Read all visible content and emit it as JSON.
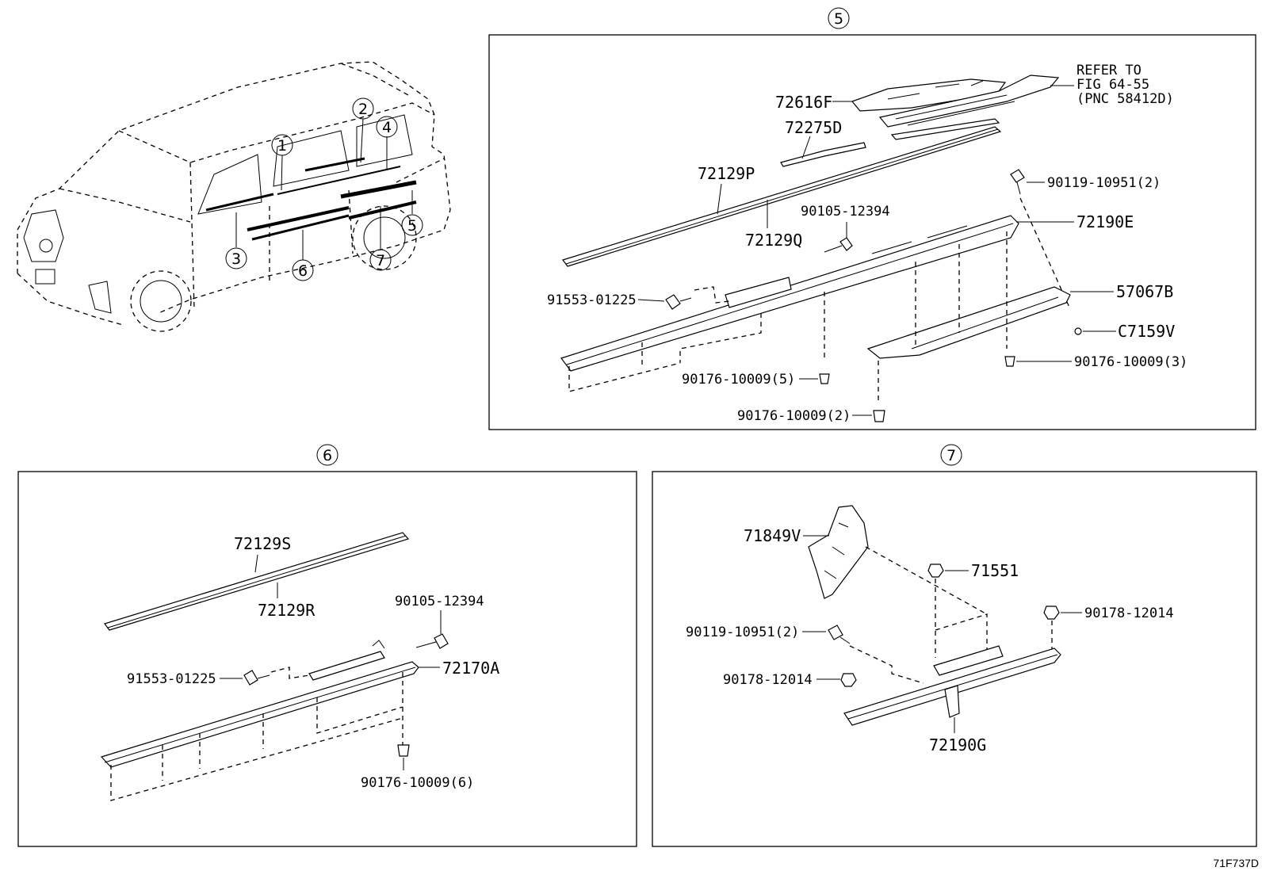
{
  "callouts": {
    "c1": "1",
    "c2": "2",
    "c3": "3",
    "c4": "4",
    "c5": "5",
    "c6": "6",
    "c7": "7"
  },
  "panel5": {
    "title": "5",
    "labels": {
      "p72616F": "72616F",
      "p72275D": "72275D",
      "p72129P": "72129P",
      "p72129Q": "72129Q",
      "p90105": "90105-12394",
      "p90119": "90119-10951(2)",
      "p72190E": "72190E",
      "p91553": "91553-01225",
      "p57067B": "57067B",
      "pC7159V": "C7159V",
      "p90176_3": "90176-10009(3)",
      "p90176_5": "90176-10009(5)",
      "p90176_2": "90176-10009(2)",
      "refer1": "REFER TO",
      "refer2": "FIG 64-55",
      "refer3": "(PNC 58412D)"
    }
  },
  "panel6": {
    "title": "6",
    "labels": {
      "p72129S": "72129S",
      "p72129R": "72129R",
      "p90105": "90105-12394",
      "p91553": "91553-01225",
      "p72170A": "72170A",
      "p90176_6": "90176-10009(6)"
    }
  },
  "panel7": {
    "title": "7",
    "labels": {
      "p71849V": "71849V",
      "p71551": "71551",
      "p90178a": "90178-12014",
      "p90119": "90119-10951(2)",
      "p90178b": "90178-12014",
      "p72190G": "72190G"
    }
  },
  "figure_code": "71F737D"
}
